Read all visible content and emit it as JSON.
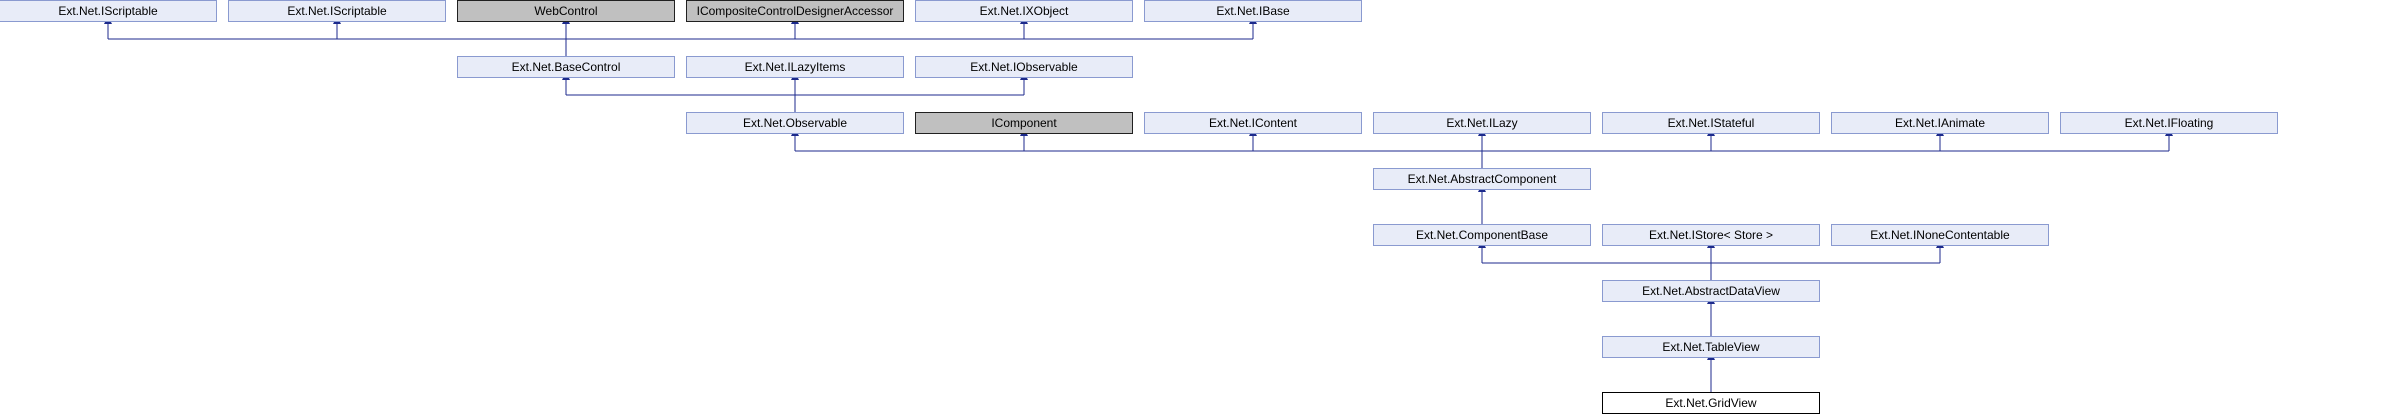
{
  "diagram": {
    "nodes": [
      {
        "id": "iscriptable-1",
        "label": "Ext.Net.IScriptable",
        "style": "normal"
      },
      {
        "id": "iscriptable-2",
        "label": "Ext.Net.IScriptable",
        "style": "normal"
      },
      {
        "id": "webcontrol",
        "label": "WebControl",
        "style": "external"
      },
      {
        "id": "icompositecontroldesigneraccessor",
        "label": "ICompositeControlDesignerAccessor",
        "style": "external"
      },
      {
        "id": "ixobject",
        "label": "Ext.Net.IXObject",
        "style": "normal"
      },
      {
        "id": "ibase",
        "label": "Ext.Net.IBase",
        "style": "normal"
      },
      {
        "id": "basecontrol",
        "label": "Ext.Net.BaseControl",
        "style": "normal"
      },
      {
        "id": "ilazyitems",
        "label": "Ext.Net.ILazyItems",
        "style": "normal"
      },
      {
        "id": "iobservable",
        "label": "Ext.Net.IObservable",
        "style": "normal"
      },
      {
        "id": "observable",
        "label": "Ext.Net.Observable",
        "style": "normal"
      },
      {
        "id": "icomponent",
        "label": "IComponent",
        "style": "external"
      },
      {
        "id": "icontent",
        "label": "Ext.Net.IContent",
        "style": "normal"
      },
      {
        "id": "ilazy",
        "label": "Ext.Net.ILazy",
        "style": "normal"
      },
      {
        "id": "istateful",
        "label": "Ext.Net.IStateful",
        "style": "normal"
      },
      {
        "id": "ianimate",
        "label": "Ext.Net.IAnimate",
        "style": "normal"
      },
      {
        "id": "ifloating",
        "label": "Ext.Net.IFloating",
        "style": "normal"
      },
      {
        "id": "abstractcomponent",
        "label": "Ext.Net.AbstractComponent",
        "style": "normal"
      },
      {
        "id": "componentbase",
        "label": "Ext.Net.ComponentBase",
        "style": "normal"
      },
      {
        "id": "istore",
        "label": "Ext.Net.IStore< Store >",
        "style": "normal"
      },
      {
        "id": "inonecontentable",
        "label": "Ext.Net.INoneContentable",
        "style": "normal"
      },
      {
        "id": "abstractdataview",
        "label": "Ext.Net.AbstractDataView",
        "style": "normal"
      },
      {
        "id": "tableview",
        "label": "Ext.Net.TableView",
        "style": "normal"
      },
      {
        "id": "gridview",
        "label": "Ext.Net.GridView",
        "style": "current"
      }
    ],
    "edges": [
      {
        "child": "basecontrol",
        "parents": [
          "iscriptable-1",
          "iscriptable-2",
          "webcontrol",
          "icompositecontroldesigneraccessor",
          "ixobject",
          "ibase"
        ]
      },
      {
        "child": "observable",
        "parents": [
          "basecontrol",
          "ilazyitems",
          "iobservable"
        ]
      },
      {
        "child": "abstractcomponent",
        "parents": [
          "observable",
          "icomponent",
          "icontent",
          "ilazy",
          "istateful",
          "ianimate",
          "ifloating"
        ]
      },
      {
        "child": "componentbase",
        "parents": [
          "abstractcomponent"
        ]
      },
      {
        "child": "abstractdataview",
        "parents": [
          "componentbase",
          "istore",
          "inonecontentable"
        ]
      },
      {
        "child": "tableview",
        "parents": [
          "abstractdataview"
        ]
      },
      {
        "child": "gridview",
        "parents": [
          "tableview"
        ]
      }
    ],
    "colors": {
      "normal_fill": "#e8ecf8",
      "normal_stroke": "#8a9ad0",
      "external_fill": "#c0c0c0",
      "external_stroke": "#202020",
      "current_fill": "#ffffff",
      "current_stroke": "#000000",
      "edge": "#1c2a8c"
    }
  }
}
